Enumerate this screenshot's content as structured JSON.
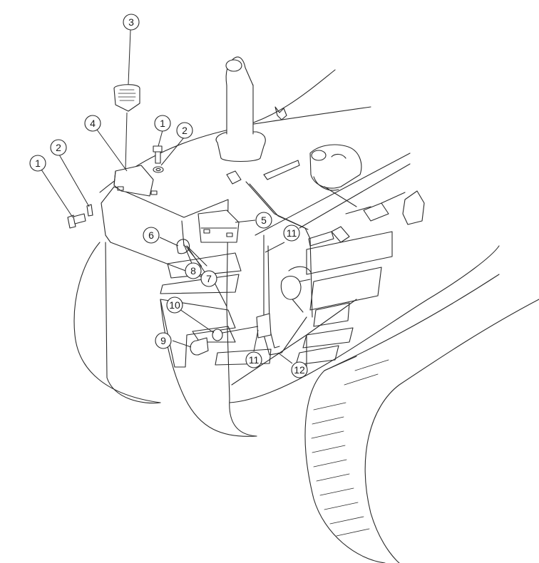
{
  "diagram": {
    "callouts": {
      "c1a": "1",
      "c1b": "1",
      "c2a": "2",
      "c2b": "2",
      "c3": "3",
      "c4": "4",
      "c5": "5",
      "c6": "6",
      "c7": "7",
      "c8": "8",
      "c9": "9",
      "c10": "10",
      "c11a": "11",
      "c11b": "11",
      "c12": "12"
    }
  }
}
